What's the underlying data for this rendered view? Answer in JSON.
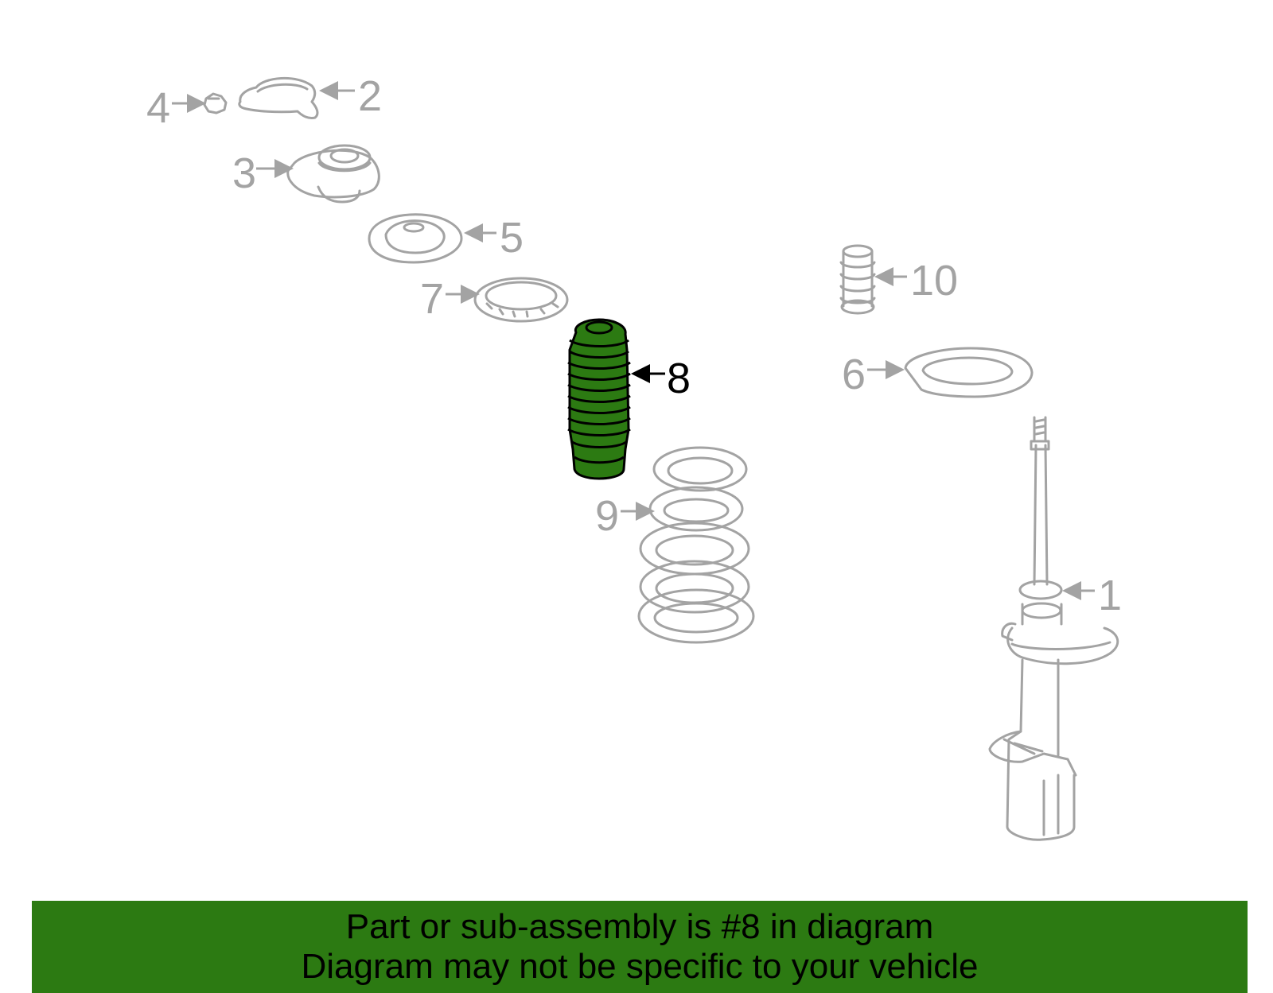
{
  "callouts": {
    "c1": "1",
    "c2": "2",
    "c3": "3",
    "c4": "4",
    "c5": "5",
    "c6": "6",
    "c7": "7",
    "c8": "8",
    "c9": "9",
    "c10": "10"
  },
  "highlighted_part": "8",
  "colors": {
    "part_line": "#a3a3a3",
    "highlight_fill": "#2c7a12",
    "highlight_stroke": "#000000",
    "banner_background": "#2c7a12",
    "banner_text": "#000000"
  },
  "banner": {
    "line1": "Part or sub-assembly is #8 in diagram",
    "line2": "Diagram may not be specific to your vehicle"
  }
}
